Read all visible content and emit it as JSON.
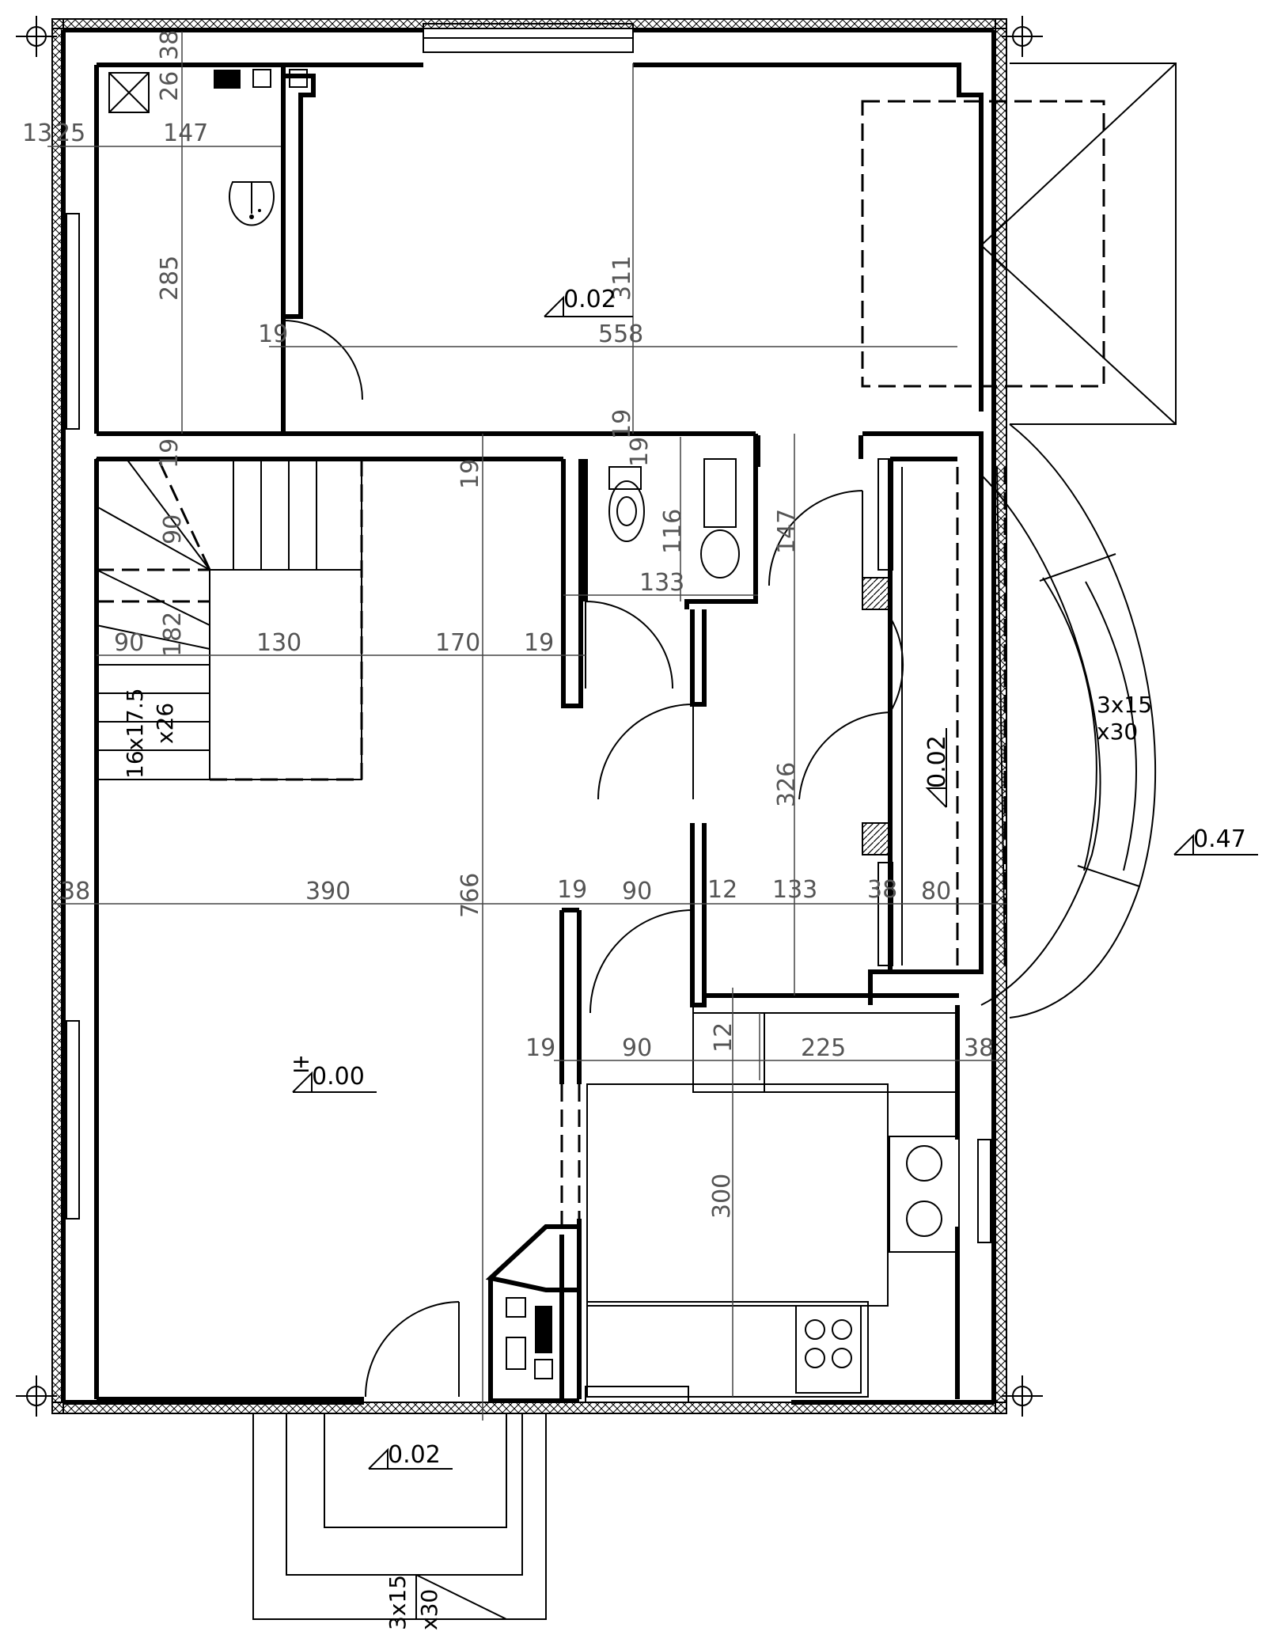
{
  "levels": {
    "top_room": "0.02",
    "living_room": "0.00",
    "entrance": "0.02",
    "corridor": "0.02",
    "terrace": "0.47"
  },
  "stairs": {
    "main_steps": "16x17.5",
    "main_tread": "x26",
    "terrace_steps": "3x15",
    "terrace_tread": "x30",
    "entrance_steps": "3x15",
    "entrance_tread": "x30"
  },
  "dimensions": {
    "d_13": "13",
    "d_25": "25",
    "d_147_top": "147",
    "d_26": "26",
    "d_38_top": "38",
    "d_285": "285",
    "d_311": "311",
    "d_558": "558",
    "d_19_door": "19",
    "d_19_a": "19",
    "d_19_b": "19",
    "d_19_c": "19",
    "d_19_d": "19",
    "d_116": "116",
    "d_147_mid": "147",
    "d_133_wc": "133",
    "d_90_stair": "90",
    "d_182": "182",
    "d_130": "130",
    "d_170": "170",
    "d_19_e": "19",
    "d_90_diag": "90",
    "d_326": "326",
    "d_38_left": "38",
    "d_390": "390",
    "d_19_f": "19",
    "d_90_mid": "90",
    "d_12_mid": "12",
    "d_133_mid": "133",
    "d_38_mid": "38",
    "d_80": "80",
    "d_766": "766",
    "d_19_g": "19",
    "d_90_low": "90",
    "d_12_low": "12",
    "d_225": "225",
    "d_38_right": "38",
    "d_300": "300"
  },
  "symbols": {
    "basin_top": "washbasin-icon",
    "wc": "toilet-icon",
    "basin_wc": "washbasin-icon",
    "hob": "cooktop-icon",
    "hob2": "cooktop-icon"
  }
}
